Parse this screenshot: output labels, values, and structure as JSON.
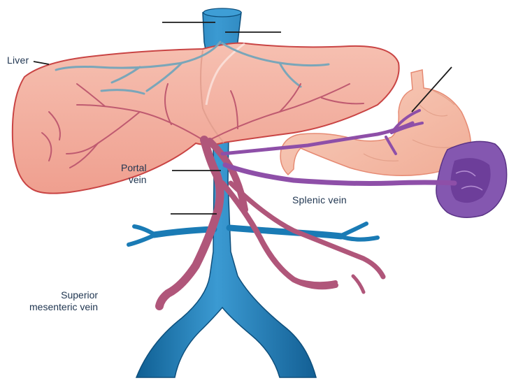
{
  "labels": {
    "liver": "Liver",
    "portal_vein": [
      "Portal",
      "vein"
    ],
    "splenic_vein": "Splenic vein",
    "superior_mesenteric_vein": [
      "Superior",
      "mesenteric vein"
    ]
  },
  "colors": {
    "vena_cava": "#1a7bb5",
    "vena_cava_highlight": "#4aa3d6",
    "liver_fill": "#f4b3a2",
    "liver_outline": "#c94444",
    "portal_vein": "#b0567a",
    "stomach_fill": "#f6c2ad",
    "spleen_fill": "#7c4fa6",
    "leader_line": "#1b1b1b"
  }
}
